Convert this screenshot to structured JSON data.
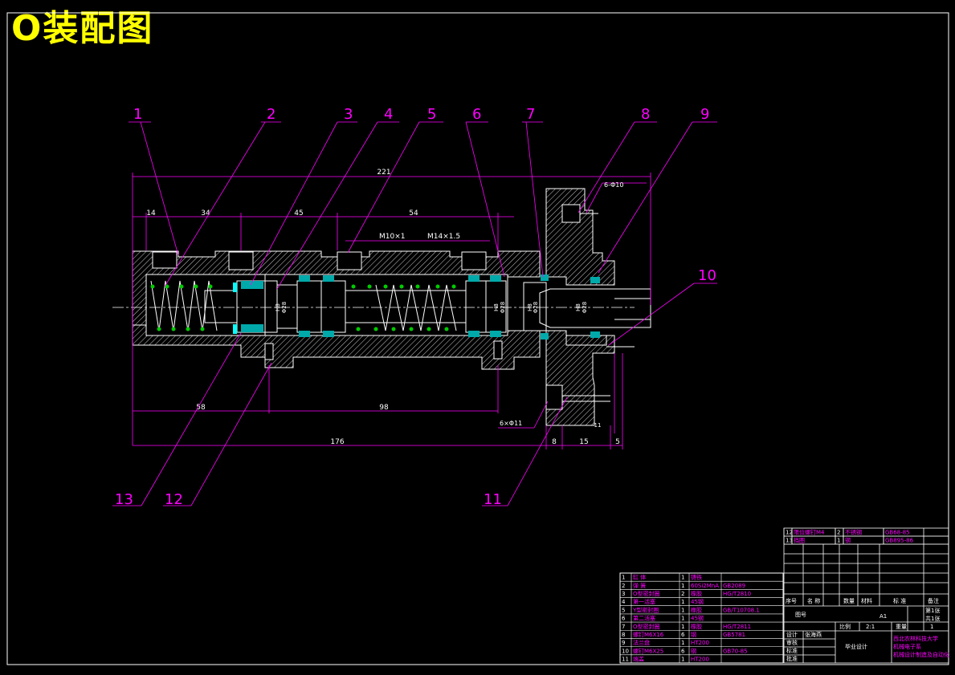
{
  "title": "O装配图",
  "balloons": [
    "1",
    "2",
    "3",
    "4",
    "5",
    "6",
    "7",
    "8",
    "9",
    "10",
    "11",
    "12",
    "13"
  ],
  "dims": {
    "overall_top": "221",
    "d14": "14",
    "d34": "34",
    "d45": "45",
    "d54": "54",
    "d58": "58",
    "d98": "98",
    "d176": "176",
    "d8": "8",
    "d15": "15",
    "d5": "5",
    "d11": "11",
    "thread1": "M10×1",
    "thread2": "M14×1.5",
    "holes_top": "6-Φ10",
    "holes_bottom": "6×Φ11",
    "fit1": "H8",
    "fit2": "H8",
    "fit3": "H8",
    "fit4": "H8",
    "dia1": "Φ28",
    "dia2": "Φ28",
    "dia3": "Φ28",
    "dia4": "Φ28"
  },
  "bom_main": [
    [
      "1",
      "缸 体",
      "1",
      "铸铁",
      ""
    ],
    [
      "2",
      "弹 簧",
      "1",
      "60Si2MnA",
      "GB2089"
    ],
    [
      "3",
      "O型密封圈",
      "2",
      "橡胶",
      "HG/T2810"
    ],
    [
      "4",
      "第一活塞",
      "1",
      "45钢",
      ""
    ],
    [
      "5",
      "Y型密封圈",
      "1",
      "橡胶",
      "GB/T10708.1"
    ],
    [
      "6",
      "第二活塞",
      "1",
      "45钢",
      ""
    ],
    [
      "7",
      "O型密封圈",
      "1",
      "橡胶",
      "HG/T2811"
    ],
    [
      "8",
      "螺钉M6X16",
      "6",
      "钢",
      "GB5781"
    ],
    [
      "9",
      "法兰盘",
      "1",
      "HT200",
      ""
    ],
    [
      "10",
      "螺钉M6X25",
      "6",
      "钢",
      "GB70-85"
    ],
    [
      "11",
      "端盖",
      "1",
      "HT200",
      ""
    ]
  ],
  "bom_extra": [
    [
      "12",
      "限位螺钉M4",
      "2",
      "不锈钢",
      "GB68-85"
    ],
    [
      "13",
      "挡圈",
      "1",
      "钢",
      "GB895-86"
    ]
  ],
  "bom_header": [
    "序号",
    "名 称",
    "数量",
    "材料",
    "标 准",
    "备注"
  ],
  "titleblock": {
    "size_label": "图号",
    "size": "A1",
    "sheet1": "第1张",
    "sheet2": "共1张",
    "ratio_label": "比例",
    "ratio": "2:1",
    "weight_label": "重量",
    "qty": "1",
    "designer_label": "设计",
    "designer": "张海燕",
    "check_label": "审核",
    "std_label": "标准",
    "approve_label": "批准",
    "project": "毕业设计",
    "school": "西北农林科技大学",
    "college": "机械电子系",
    "course": "机械设计制造及自动化"
  }
}
